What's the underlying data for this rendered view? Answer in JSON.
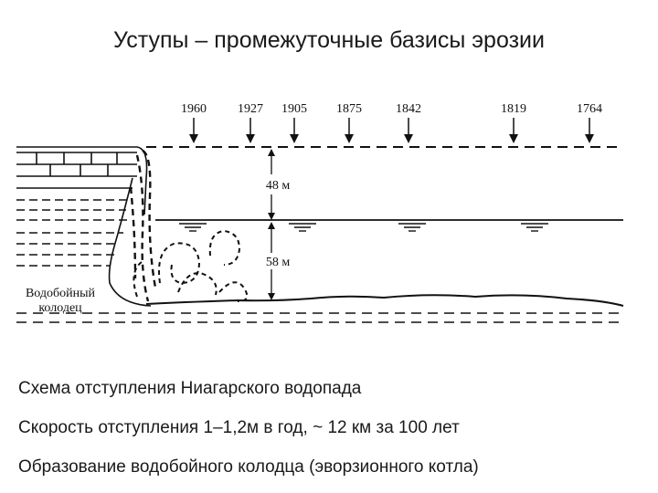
{
  "title": "Уступы – промежуточные базисы эрозии",
  "diagram": {
    "years": [
      "1960",
      "1927",
      "1905",
      "1875",
      "1842",
      "1819",
      "1764"
    ],
    "height_upper": "48 м",
    "height_lower": "58 м",
    "plunge_pool_label_line1": "Водобойный",
    "plunge_pool_label_line2": "колодец"
  },
  "captions": [
    "Схема отступления Ниагарского водопада",
    "Скорость отступления 1–1,2м в год, ~ 12 км за 100 лет",
    "Образование водобойного колодца (эворзионного котла)"
  ]
}
